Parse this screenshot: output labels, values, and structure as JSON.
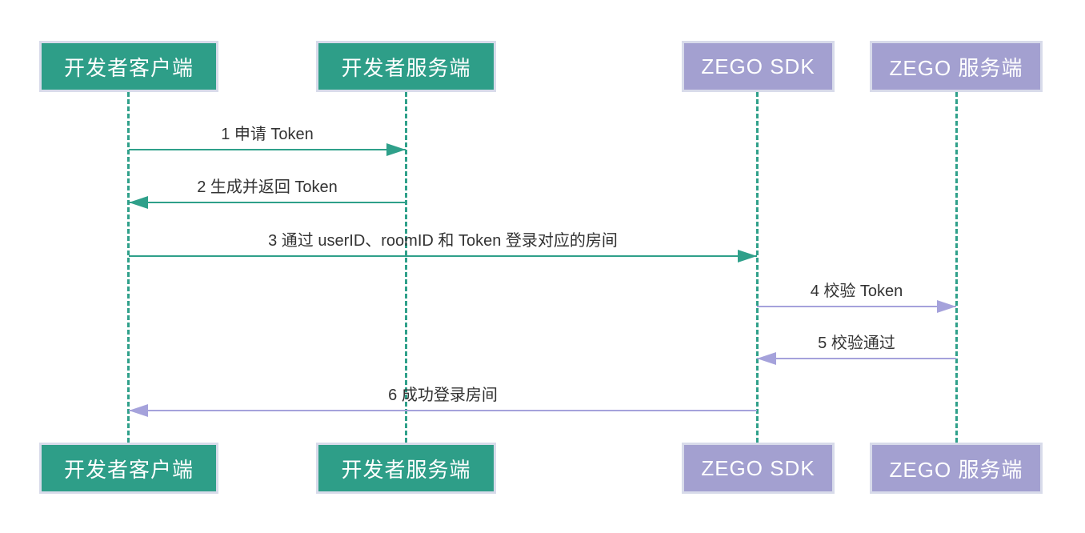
{
  "diagram": {
    "type": "sequence",
    "actors": [
      {
        "id": "developer-client",
        "label": "开发者客户端",
        "theme": "teal"
      },
      {
        "id": "developer-server",
        "label": "开发者服务端",
        "theme": "teal"
      },
      {
        "id": "zego-sdk",
        "label": "ZEGO SDK",
        "theme": "purple"
      },
      {
        "id": "zego-server",
        "label": "ZEGO 服务端",
        "theme": "purple"
      }
    ],
    "messages": [
      {
        "seq": 1,
        "label": "1 申请 Token",
        "from": "developer-client",
        "to": "developer-server",
        "direction": "right",
        "theme": "teal"
      },
      {
        "seq": 2,
        "label": "2 生成并返回 Token",
        "from": "developer-server",
        "to": "developer-client",
        "direction": "left",
        "theme": "teal"
      },
      {
        "seq": 3,
        "label": "3 通过 userID、roomID 和 Token 登录对应的房间",
        "from": "developer-client",
        "to": "zego-sdk",
        "direction": "right",
        "theme": "teal"
      },
      {
        "seq": 4,
        "label": "4 校验 Token",
        "from": "zego-sdk",
        "to": "zego-server",
        "direction": "right",
        "theme": "purple"
      },
      {
        "seq": 5,
        "label": "5 校验通过",
        "from": "zego-server",
        "to": "zego-sdk",
        "direction": "left",
        "theme": "purple"
      },
      {
        "seq": 6,
        "label": "6 成功登录房间",
        "from": "zego-sdk",
        "to": "developer-client",
        "direction": "left",
        "theme": "purple"
      }
    ],
    "colors": {
      "actor_teal": "#2E9E88",
      "actor_purple": "#A3A0D0",
      "arrow_teal": "#2FA08A",
      "arrow_purple": "#A5A2DB",
      "actor_border": "#D8DBEA",
      "actor_text": "#FFFFFF",
      "message_text": "#333333",
      "lifeline": "#2FA08A",
      "background": "#FFFFFF"
    }
  }
}
